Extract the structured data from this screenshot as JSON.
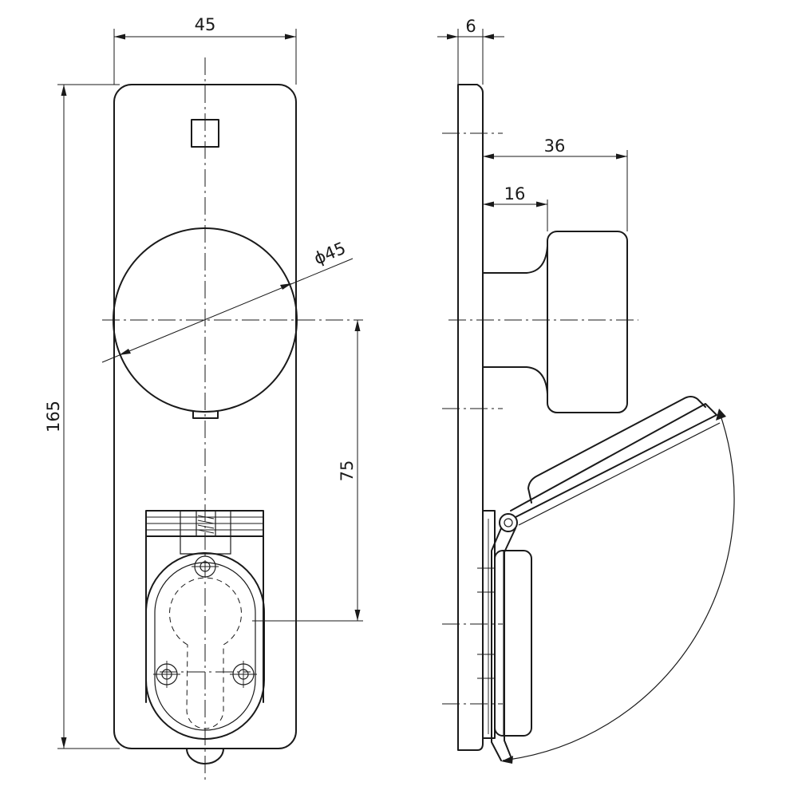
{
  "drawing": {
    "front_view": {
      "dim_width": "45",
      "dim_height": "165",
      "dim_knob_diameter": "ϕ45",
      "dim_knob_to_cylinder": "75"
    },
    "side_view": {
      "dim_plate_thickness": "6",
      "dim_knob_projection": "36",
      "dim_neck_length": "16"
    }
  }
}
